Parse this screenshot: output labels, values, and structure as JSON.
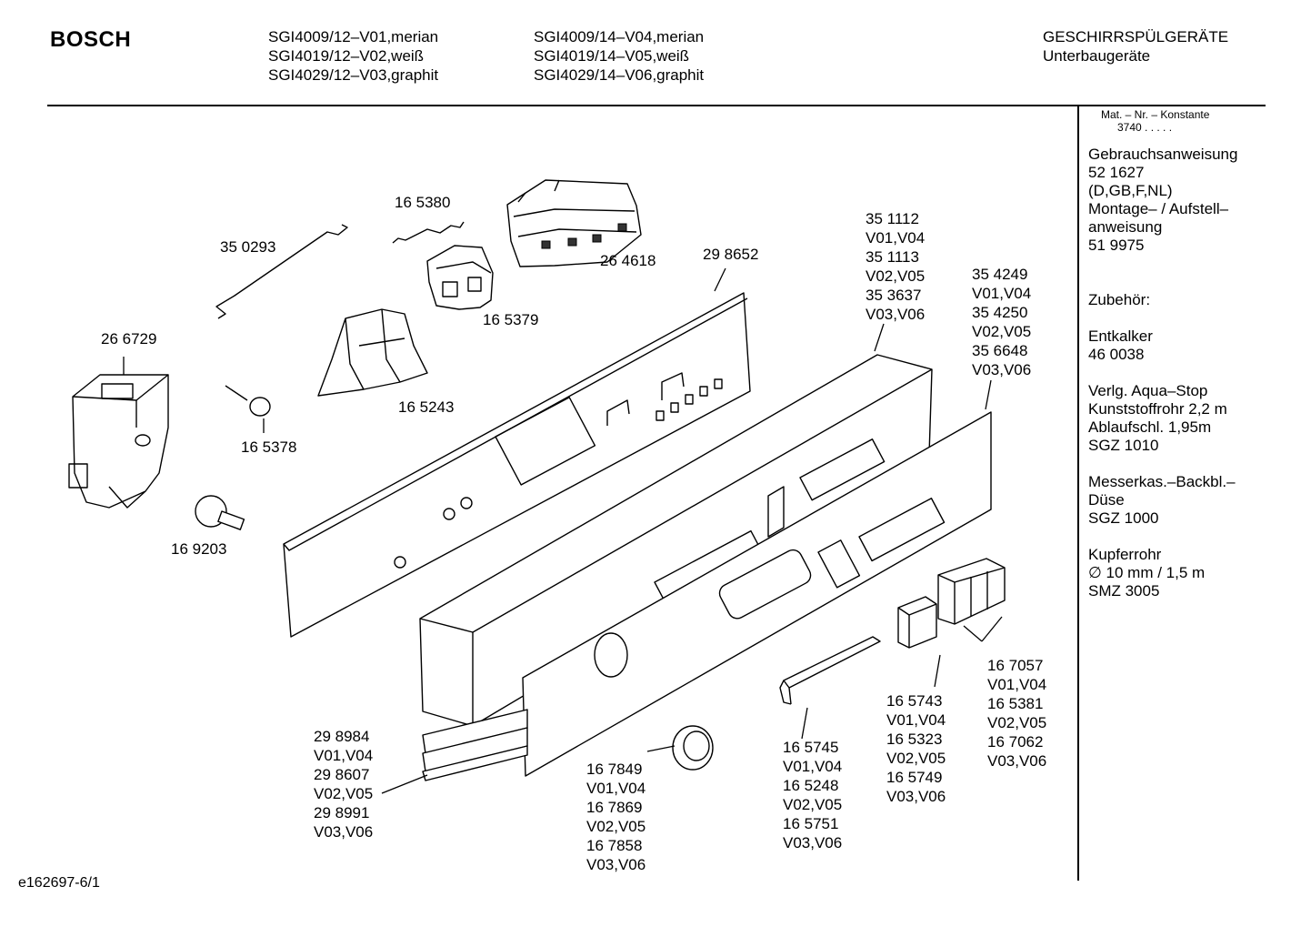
{
  "header": {
    "brand": "BOSCH",
    "models_col1": [
      "SGI4009/12–V01,merian",
      "SGI4019/12–V02,weiß",
      "SGI4029/12–V03,graphit"
    ],
    "models_col2": [
      "SGI4009/14–V04,merian",
      "SGI4019/14–V05,weiß",
      "SGI4029/14–V06,graphit"
    ],
    "category": [
      "GESCHIRRSPÜLGERÄTE",
      "Unterbaugeräte"
    ]
  },
  "sidebar": {
    "konstante_label": "Mat. – Nr. – Konstante",
    "konstante_value": "3740  .  .  .  .  .",
    "groups": [
      [
        "Gebrauchsanweisung",
        "52 1627",
        "(D,GB,F,NL)",
        "Montage– / Aufstell–",
        "anweisung",
        "51 9975"
      ],
      [
        "Zubehör:"
      ],
      [
        "Entkalker",
        "46 0038"
      ],
      [
        "Verlg. Aqua–Stop",
        "Kunststoffrohr 2,2 m",
        "Ablaufschl. 1,95m",
        "SGZ 1010"
      ],
      [
        "Messerkas.–Backbl.–",
        "Düse",
        "SGZ 1000"
      ],
      [
        "Kupferrohr",
        "∅ 10 mm / 1,5 m",
        "SMZ 3005"
      ]
    ]
  },
  "parts": {
    "p350293": [
      "35 0293"
    ],
    "p165380": [
      "16 5380"
    ],
    "p264618": [
      "26 4618"
    ],
    "p165379": [
      "16 5379"
    ],
    "p266729": [
      "26 6729"
    ],
    "p165243": [
      "16 5243"
    ],
    "p165378": [
      "16 5378"
    ],
    "p298652": [
      "29 8652"
    ],
    "p169203": [
      "16 9203"
    ],
    "p351112": [
      "35 1112",
      "V01,V04",
      "35 1113",
      "V02,V05",
      "35 3637",
      "V03,V06"
    ],
    "p354249": [
      "35 4249",
      "V01,V04",
      "35 4250",
      "V02,V05",
      "35 6648",
      "V03,V06"
    ],
    "p298984": [
      "29 8984",
      "V01,V04",
      "29 8607",
      "V02,V05",
      "29 8991",
      "V03,V06"
    ],
    "p167849": [
      "16 7849",
      "V01,V04",
      "16 7869",
      "V02,V05",
      "16 7858",
      "V03,V06"
    ],
    "p165745": [
      "16 5745",
      "V01,V04",
      "16 5248",
      "V02,V05",
      "16 5751",
      "V03,V06"
    ],
    "p165743": [
      "16 5743",
      "V01,V04",
      "16 5323",
      "V02,V05",
      "16 5749",
      "V03,V06"
    ],
    "p167057": [
      "16 7057",
      "V01,V04",
      "16 5381",
      "V02,V05",
      "16 7062",
      "V03,V06"
    ]
  },
  "footer": {
    "drawing_id": "e162697-6/1"
  }
}
